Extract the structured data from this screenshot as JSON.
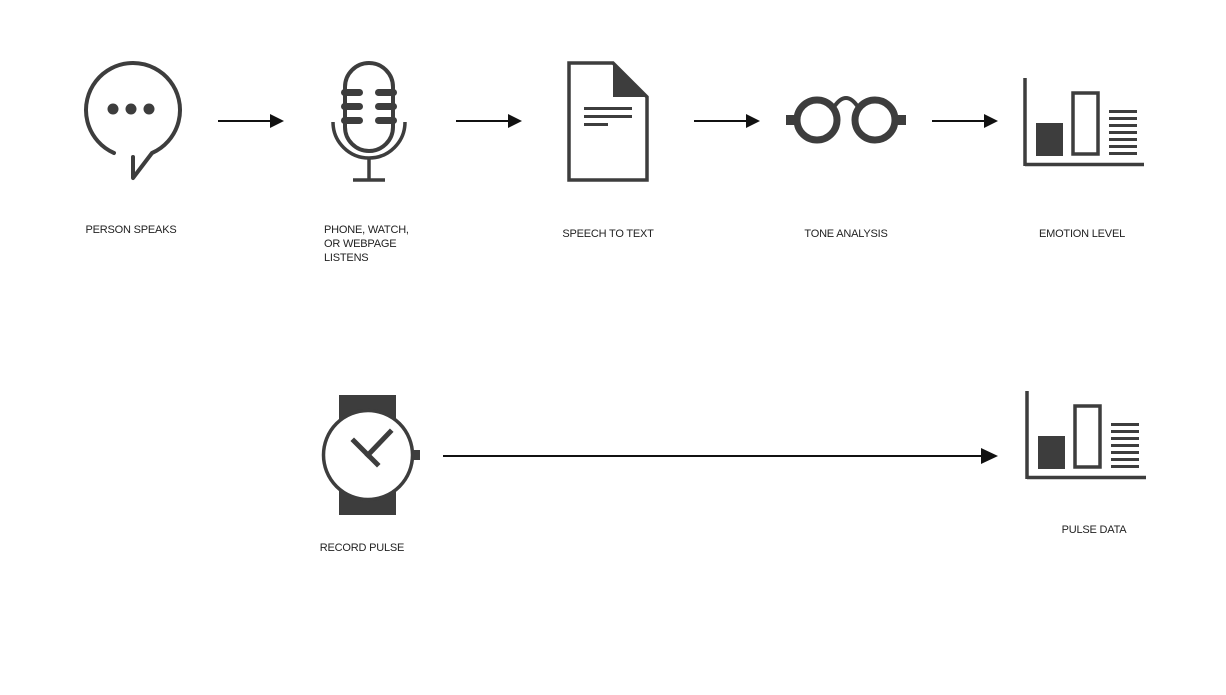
{
  "colors": {
    "icon": "#3d3d3d",
    "arrow": "#111111",
    "text": "#222222",
    "background": "#ffffff"
  },
  "steps": [
    {
      "icon": "speech-bubble-icon",
      "label": "PERSON SPEAKS"
    },
    {
      "icon": "microphone-icon",
      "label": "PHONE, WATCH,\nOR WEBPAGE\nLISTENS"
    },
    {
      "icon": "document-icon",
      "label": "SPEECH TO TEXT"
    },
    {
      "icon": "glasses-icon",
      "label": "TONE ANALYSIS"
    },
    {
      "icon": "bar-chart-icon",
      "label": "EMOTION LEVEL"
    }
  ],
  "pulse_steps": [
    {
      "icon": "watch-icon",
      "label": "RECORD PULSE"
    },
    {
      "icon": "bar-chart-icon",
      "label": "PULSE DATA"
    }
  ]
}
